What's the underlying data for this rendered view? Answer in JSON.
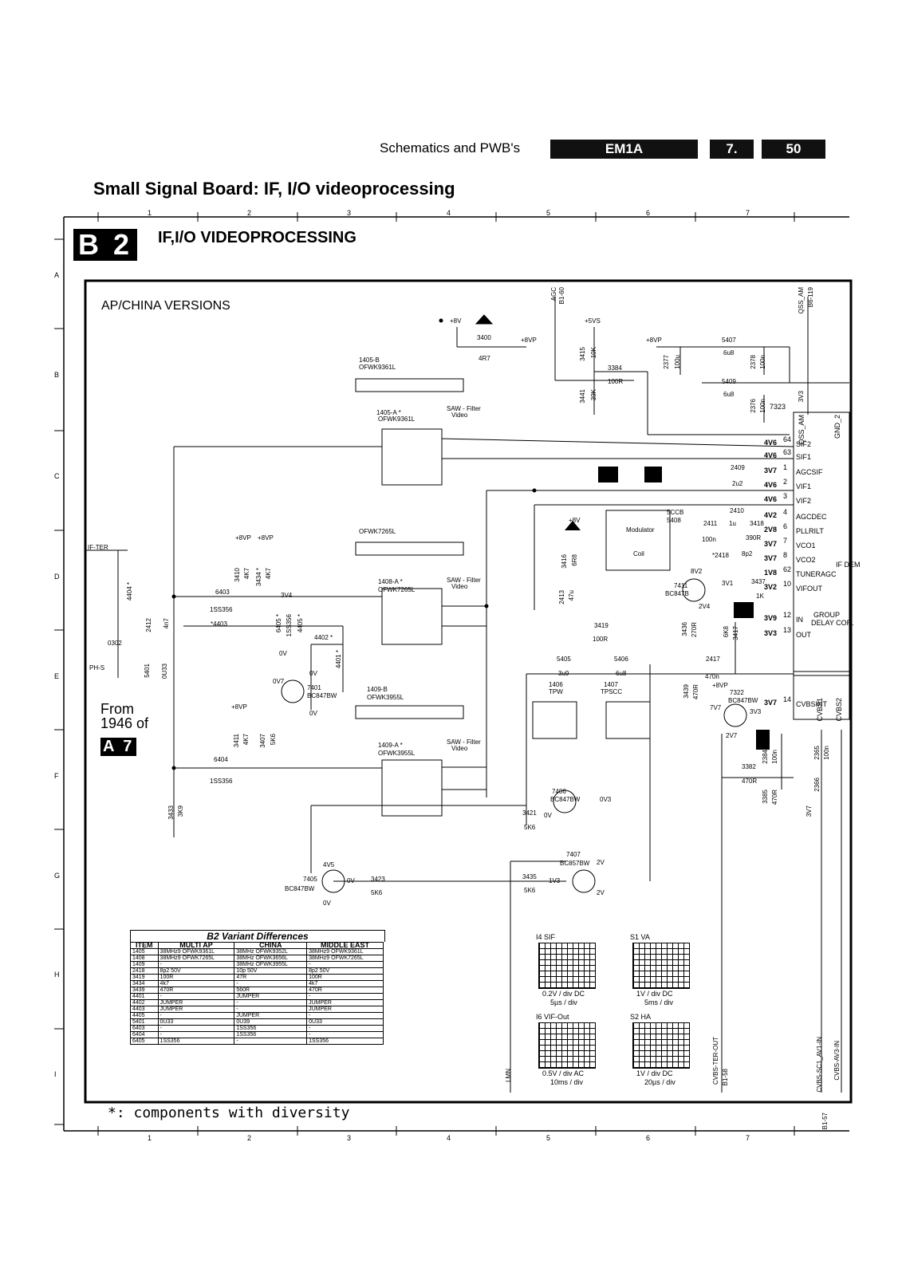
{
  "header": {
    "section": "Schematics and PWB's",
    "model": "EM1A",
    "chapter": "7.",
    "page": "50",
    "page_title": "Small Signal Board: IF, I/O videoprocessing"
  },
  "diagram": {
    "tag": "B 2",
    "title": "IF,I/O VIDEOPROCESSING",
    "version": "AP/CHINA VERSIONS",
    "from_line1": "From",
    "from_line2": "1946 of",
    "from_tag": "A 7",
    "footnote": "*: components with diversity",
    "col_ticks": [
      "1",
      "2",
      "3",
      "4",
      "5",
      "6",
      "7"
    ],
    "row_ticks": [
      "A",
      "B",
      "C",
      "D",
      "E",
      "F",
      "G",
      "H",
      "I"
    ]
  },
  "ic_pins": [
    {
      "val": "4V6",
      "num": "64",
      "name": "SIF2"
    },
    {
      "val": "4V6",
      "num": "63",
      "name": "SIF1"
    },
    {
      "val": "3V7",
      "num": "1",
      "name": "AGCSIF"
    },
    {
      "val": "4V6",
      "num": "2",
      "name": "VIF1"
    },
    {
      "val": "4V6",
      "num": "3",
      "name": "VIF2"
    },
    {
      "val": "4V2",
      "num": "4",
      "name": "AGCDEC"
    },
    {
      "val": "2V8",
      "num": "6",
      "name": "PLLRILT"
    },
    {
      "val": "3V7",
      "num": "7",
      "name": "VCO1"
    },
    {
      "val": "3V7",
      "num": "8",
      "name": "VCO2"
    },
    {
      "val": "1V8",
      "num": "62",
      "name": "TUNERAGC"
    },
    {
      "val": "3V2",
      "num": "10",
      "name": "VIFOUT"
    },
    {
      "val": "3V9",
      "num": "12",
      "name": "IN"
    },
    {
      "val": "3V3",
      "num": "13",
      "name": "OUT"
    },
    {
      "val": "3V7",
      "num": "14",
      "name": "CVBSINT"
    }
  ],
  "ic_labels": {
    "if_dem": "IF DEM",
    "group": "GROUP",
    "delay": "DELAY COR.",
    "ic": "7323",
    "gnd": "GND_2",
    "qss": "QSS_AM",
    "cvbs1": "CVBS1",
    "cvbs2": "CVBS2"
  },
  "labels": [
    {
      "id": "agc",
      "text": "AGC"
    },
    {
      "id": "b160",
      "text": "B1-60"
    },
    {
      "id": "qssam",
      "text": "QSS_AM"
    },
    {
      "id": "b6119",
      "text": "B6-119"
    },
    {
      "id": "p8v_a",
      "text": "+8V"
    },
    {
      "id": "r3400",
      "text": "3400"
    },
    {
      "id": "r4r7",
      "text": "4R7"
    },
    {
      "id": "p8vp_a",
      "text": "+8VP"
    },
    {
      "id": "p5vs",
      "text": "+5VS"
    },
    {
      "id": "r3415",
      "text": "3415"
    },
    {
      "id": "r10k",
      "text": "10K"
    },
    {
      "id": "r3384",
      "text": "3384"
    },
    {
      "id": "r100r_a",
      "text": "100R"
    },
    {
      "id": "r3441",
      "text": "3441"
    },
    {
      "id": "r39k",
      "text": "39K"
    },
    {
      "id": "p8vp_b",
      "text": "+8VP"
    },
    {
      "id": "c2377",
      "text": "2377"
    },
    {
      "id": "c100u",
      "text": "100u"
    },
    {
      "id": "l5407",
      "text": "5407"
    },
    {
      "id": "l6u8a",
      "text": "6u8"
    },
    {
      "id": "c2378",
      "text": "2378"
    },
    {
      "id": "c100n_a",
      "text": "100n"
    },
    {
      "id": "l5409",
      "text": "5409"
    },
    {
      "id": "l6u8b",
      "text": "6u8"
    },
    {
      "id": "c2376",
      "text": "2376"
    },
    {
      "id": "c100n_b",
      "text": "100n"
    },
    {
      "id": "n3v3",
      "text": "3V3"
    },
    {
      "id": "f1405b",
      "text": "1405-B"
    },
    {
      "id": "ofwk9361l_a",
      "text": "OFWK9361L"
    },
    {
      "id": "f1405a",
      "text": "1405-A *"
    },
    {
      "id": "ofwk9361l_b",
      "text": "OFWK9361L"
    },
    {
      "id": "saw1",
      "text": "SAW - Filter"
    },
    {
      "id": "video1",
      "text": "Video"
    },
    {
      "id": "c2409",
      "text": "2409"
    },
    {
      "id": "c2u2",
      "text": "2u2"
    },
    {
      "id": "c2410",
      "text": "2410"
    },
    {
      "id": "r3418",
      "text": "3418"
    },
    {
      "id": "c1u",
      "text": "1u"
    },
    {
      "id": "r390r",
      "text": "390R"
    },
    {
      "id": "m5ccb",
      "text": "5CCB"
    },
    {
      "id": "m5408",
      "text": "5408"
    },
    {
      "id": "c2411",
      "text": "2411"
    },
    {
      "id": "c100n_c",
      "text": "100n"
    },
    {
      "id": "modulator",
      "text": "Modulator"
    },
    {
      "id": "coil",
      "text": "Coil"
    },
    {
      "id": "c2418",
      "text": "*2418"
    },
    {
      "id": "c8p2",
      "text": "8p2"
    },
    {
      "id": "p8v_b",
      "text": "+8V"
    },
    {
      "id": "r3416",
      "text": "3416"
    },
    {
      "id": "r6r8",
      "text": "6R8"
    },
    {
      "id": "c2413",
      "text": "2413"
    },
    {
      "id": "c47u",
      "text": "47u"
    },
    {
      "id": "n8v2",
      "text": "8V2"
    },
    {
      "id": "q7411",
      "text": "7411"
    },
    {
      "id": "bc847b_a",
      "text": "BC847B"
    },
    {
      "id": "n3v1",
      "text": "3V1"
    },
    {
      "id": "r3437",
      "text": "3437"
    },
    {
      "id": "r1k",
      "text": "1K"
    },
    {
      "id": "n2v4",
      "text": "2V4"
    },
    {
      "id": "r3419",
      "text": "3419"
    },
    {
      "id": "r100r_b",
      "text": "100R"
    },
    {
      "id": "r3436",
      "text": "3436"
    },
    {
      "id": "r270r",
      "text": "270R"
    },
    {
      "id": "r3417",
      "text": "3417"
    },
    {
      "id": "r6k8",
      "text": "6K8"
    },
    {
      "id": "ifter",
      "text": "IF-TER"
    },
    {
      "id": "p8vp_c",
      "text": "+8VP"
    },
    {
      "id": "p8vp_d",
      "text": "+8VP"
    },
    {
      "id": "r3410",
      "text": "3410"
    },
    {
      "id": "r4k7_a",
      "text": "4K7"
    },
    {
      "id": "r3434",
      "text": "3434 *"
    },
    {
      "id": "r4k7_b",
      "text": "4K7"
    },
    {
      "id": "r4404",
      "text": "4404 *"
    },
    {
      "id": "d6403",
      "text": "6403"
    },
    {
      "id": "d1ss356_a",
      "text": "1SS356"
    },
    {
      "id": "n3v4",
      "text": "3V4"
    },
    {
      "id": "d6405",
      "text": "6405 *"
    },
    {
      "id": "d1ss356_b",
      "text": "1SS356"
    },
    {
      "id": "r4405",
      "text": "4405 *"
    },
    {
      "id": "r4403",
      "text": "*4403"
    },
    {
      "id": "c2412",
      "text": "2412"
    },
    {
      "id": "c4n7",
      "text": "4n7"
    },
    {
      "id": "j0302",
      "text": "0302"
    },
    {
      "id": "phs",
      "text": "PH-S"
    },
    {
      "id": "l5401",
      "text": "5401"
    },
    {
      "id": "l0u33",
      "text": "0U33"
    },
    {
      "id": "r4402",
      "text": "4402 *"
    },
    {
      "id": "r4401",
      "text": "4401 *"
    },
    {
      "id": "n0v_a",
      "text": "0V"
    },
    {
      "id": "n0v_b",
      "text": "0V"
    },
    {
      "id": "n0v7",
      "text": "0V7"
    },
    {
      "id": "q7401",
      "text": "7401"
    },
    {
      "id": "bc847bw_a",
      "text": "BC847BW"
    },
    {
      "id": "n0v_c",
      "text": "0V"
    },
    {
      "id": "f1408a",
      "text": "1408-A *"
    },
    {
      "id": "ofwk7265l_a",
      "text": "OFWK7265L"
    },
    {
      "id": "ofwk7265l_b",
      "text": "OFWK7265L"
    },
    {
      "id": "saw2",
      "text": "SAW - Filter"
    },
    {
      "id": "video2",
      "text": "Video"
    },
    {
      "id": "f1409b",
      "text": "1409-B"
    },
    {
      "id": "ofwk3955l_a",
      "text": "OFWK3955L"
    },
    {
      "id": "f1409a",
      "text": "1409-A *"
    },
    {
      "id": "ofwk3955l_b",
      "text": "OFWK3955L"
    },
    {
      "id": "saw3",
      "text": "SAW - Filter"
    },
    {
      "id": "video3",
      "text": "Video"
    },
    {
      "id": "p8vp_e",
      "text": "+8VP"
    },
    {
      "id": "r3411",
      "text": "3411"
    },
    {
      "id": "r4k7_c",
      "text": "4K7"
    },
    {
      "id": "r3407",
      "text": "3407"
    },
    {
      "id": "r5k6_a",
      "text": "5K6"
    },
    {
      "id": "d6404",
      "text": "6404"
    },
    {
      "id": "d1ss356_c",
      "text": "1SS356"
    },
    {
      "id": "r3433",
      "text": "3433"
    },
    {
      "id": "r3k9",
      "text": "3K9"
    },
    {
      "id": "l5405",
      "text": "5405"
    },
    {
      "id": "l3u9",
      "text": "3u9"
    },
    {
      "id": "l5406",
      "text": "5406"
    },
    {
      "id": "l6u8c",
      "text": "6u8"
    },
    {
      "id": "f1406",
      "text": "1406"
    },
    {
      "id": "tpw",
      "text": "TPW"
    },
    {
      "id": "f1407",
      "text": "1407"
    },
    {
      "id": "tpscc",
      "text": "TPSCC"
    },
    {
      "id": "c2417",
      "text": "2417"
    },
    {
      "id": "c470n",
      "text": "470n"
    },
    {
      "id": "p8vp_f",
      "text": "+8VP"
    },
    {
      "id": "r3439",
      "text": "3439"
    },
    {
      "id": "r470r_a",
      "text": "470R"
    },
    {
      "id": "q7322",
      "text": "7322"
    },
    {
      "id": "bc847bw_b",
      "text": "BC847BW"
    },
    {
      "id": "n7v7",
      "text": "7V7"
    },
    {
      "id": "n3v3b",
      "text": "3V3"
    },
    {
      "id": "n2v7",
      "text": "2V7"
    },
    {
      "id": "c2384",
      "text": "2384"
    },
    {
      "id": "c100n_d",
      "text": "100n"
    },
    {
      "id": "r3382",
      "text": "3382"
    },
    {
      "id": "r470r_b",
      "text": "470R"
    },
    {
      "id": "r3385",
      "text": "3385"
    },
    {
      "id": "r470r_c",
      "text": "470R"
    },
    {
      "id": "c2365",
      "text": "2365"
    },
    {
      "id": "c100n_e",
      "text": "100n"
    },
    {
      "id": "c2366",
      "text": "2366"
    },
    {
      "id": "n3v7b",
      "text": "3V7"
    },
    {
      "id": "q7406",
      "text": "7406"
    },
    {
      "id": "bc847bw_c",
      "text": "BC847BW"
    },
    {
      "id": "n0v3",
      "text": "0V3"
    },
    {
      "id": "r3421",
      "text": "3421"
    },
    {
      "id": "r5k6_b",
      "text": "5K6"
    },
    {
      "id": "n0v_d",
      "text": "0V"
    },
    {
      "id": "q7407",
      "text": "7407"
    },
    {
      "id": "bc857bw",
      "text": "BC857BW"
    },
    {
      "id": "n2v_a",
      "text": "2V"
    },
    {
      "id": "r3435",
      "text": "3435"
    },
    {
      "id": "r5k6_c",
      "text": "5K6"
    },
    {
      "id": "n1v3",
      "text": "1V3"
    },
    {
      "id": "n2v_b",
      "text": "2V"
    },
    {
      "id": "n4v5",
      "text": "4V5"
    },
    {
      "id": "q7405",
      "text": "7405"
    },
    {
      "id": "bc847bw_d",
      "text": "BC847BW"
    },
    {
      "id": "n0v_e",
      "text": "0V"
    },
    {
      "id": "n0v_f",
      "text": "0V"
    },
    {
      "id": "r3423",
      "text": "3423"
    },
    {
      "id": "r5k6_d",
      "text": "5K6"
    },
    {
      "id": "lmn",
      "text": "LMN"
    },
    {
      "id": "cvbster",
      "text": "CVBS-TER-OUT"
    },
    {
      "id": "b158",
      "text": "B1-58"
    },
    {
      "id": "cvbssc1",
      "text": "CVBS-SC1_AV1-IN"
    },
    {
      "id": "cvbsav3",
      "text": "CVBS-AV3-IN"
    },
    {
      "id": "b157",
      "text": "B1-57"
    }
  ],
  "scopes": [
    {
      "name": "I4 SIF",
      "l1": "0.2V / div DC",
      "l2": "5µs / div"
    },
    {
      "name": "S1 VA",
      "l1": "1V / div DC",
      "l2": "5ms / div"
    },
    {
      "name": "I6 VIF-Out",
      "l1": "0.5V / div AC",
      "l2": "10ms / div"
    },
    {
      "name": "S2 HA",
      "l1": "1V / div DC",
      "l2": "20µs / div"
    }
  ],
  "variant_table": {
    "title": "B2 Variant Differences",
    "headers": [
      "ITEM",
      "MULTI AP",
      "CHINA",
      "MIDDLE EAST"
    ],
    "rows": [
      [
        "1405",
        "38MHz9 OFWK9361L",
        "38MHz OFWK9352L",
        "38MHz9 OFWK9361L"
      ],
      [
        "1408",
        "38MHz9 OFWK7265L",
        "38MHz OFWK3656L",
        "38MHz9 OFWK7265L"
      ],
      [
        "1409",
        "-",
        "38MHz OFWK3955L",
        "-"
      ],
      [
        "2418",
        "8p2 50V",
        "10p 50V",
        "8p2 50V"
      ],
      [
        "3419",
        "100R",
        "47R",
        "100R"
      ],
      [
        "3434",
        "4k7",
        "-",
        "4k7"
      ],
      [
        "3439",
        "470R",
        "560R",
        "470R"
      ],
      [
        "4401",
        "-",
        "JUMPER",
        "-"
      ],
      [
        "4402",
        "JUMPER",
        "-",
        "JUMPER"
      ],
      [
        "4403",
        "JUMPER",
        "-",
        "JUMPER"
      ],
      [
        "4405",
        "-",
        "JUMPER",
        "-"
      ],
      [
        "5401",
        "0U33",
        "0U39",
        "0U33"
      ],
      [
        "6403",
        "-",
        "1SS356",
        "-"
      ],
      [
        "6404",
        "-",
        "1SS356",
        "-"
      ],
      [
        "6405",
        "1SS356",
        "-",
        "1SS356"
      ]
    ]
  }
}
